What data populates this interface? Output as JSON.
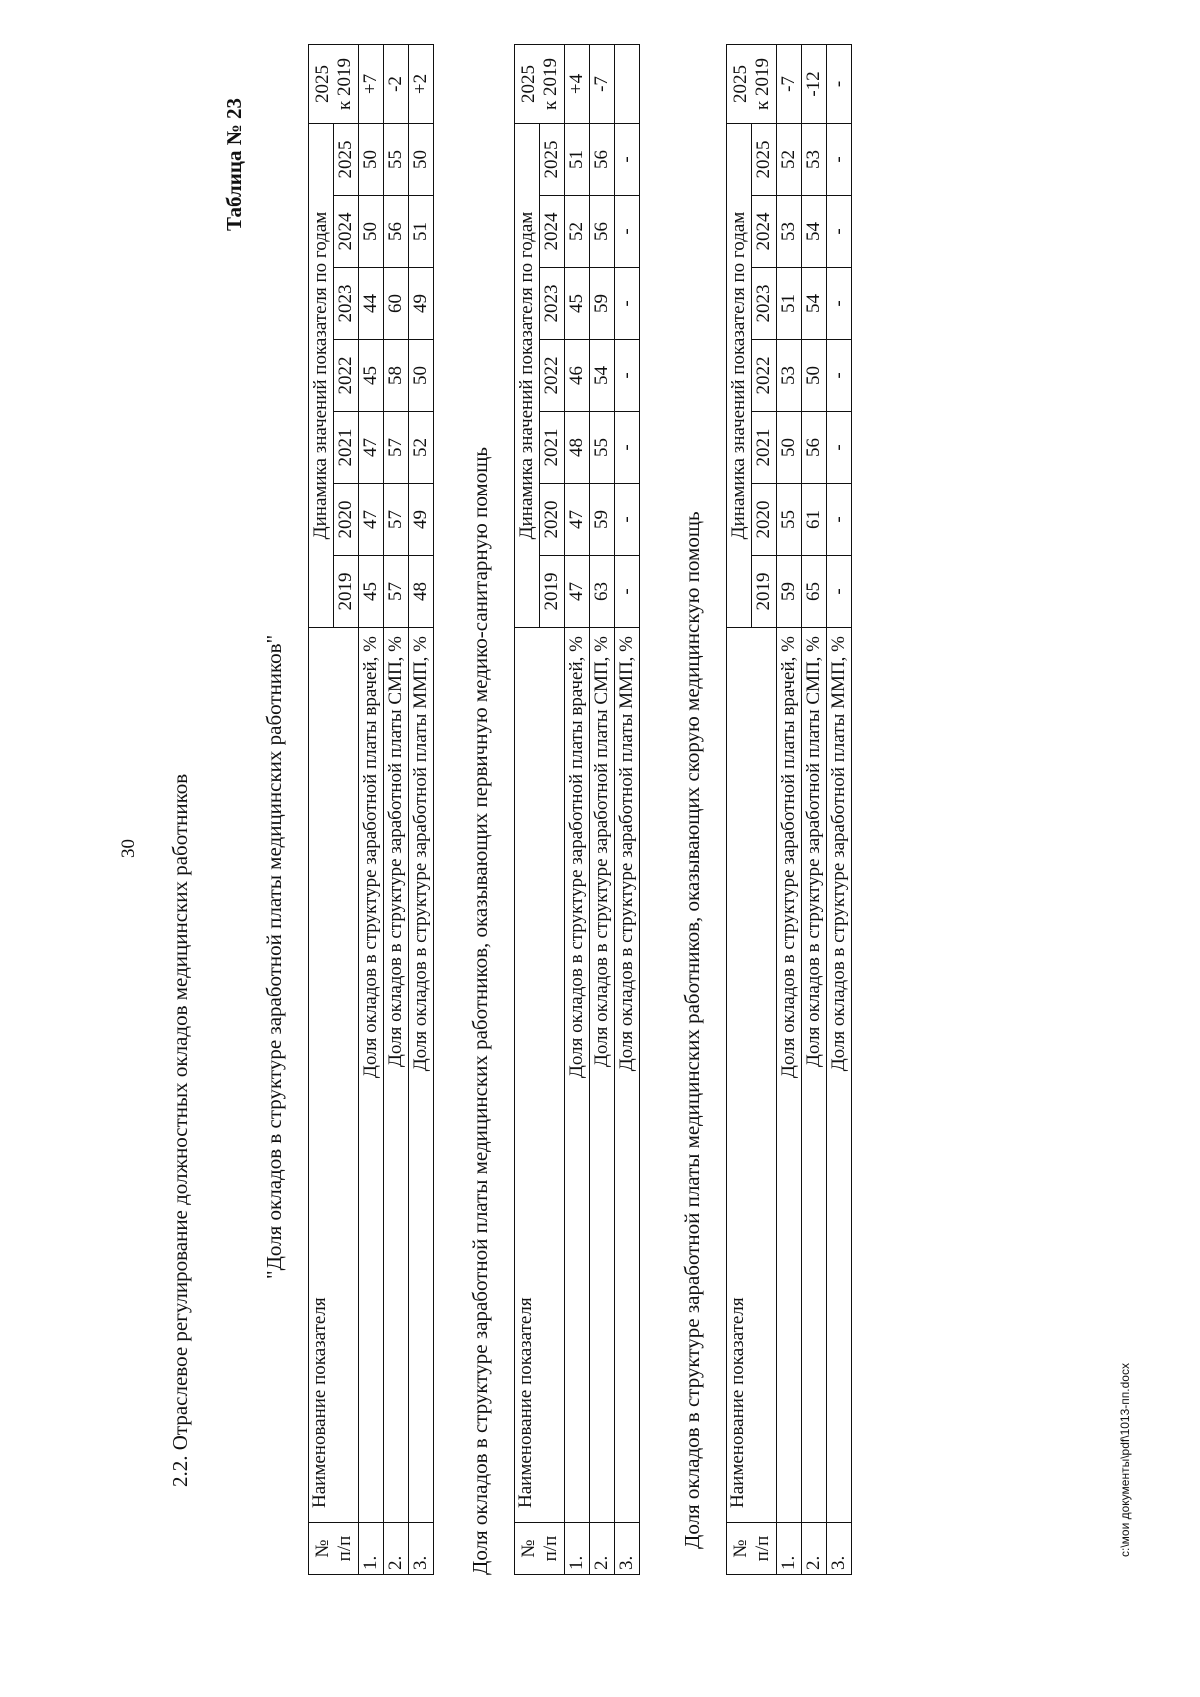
{
  "page_number": "30",
  "section_title": "2.2. Отраслевое регулирование должностных окладов медицинских работников",
  "table_number": "Таблица № 23",
  "table_title": "\"Доля окладов в структуре заработной платы медицинских работников\"",
  "header": {
    "num_label": "№",
    "num_sub": "п/п",
    "name_label": "Наименование показателя",
    "dynamics_label": "Динамика значений показателя по годам",
    "years": [
      "2019",
      "2020",
      "2021",
      "2022",
      "2023",
      "2024",
      "2025"
    ],
    "change_label_1": "2025",
    "change_label_2": "к 2019"
  },
  "tables": [
    {
      "caption": "",
      "rows": [
        {
          "num": "1.",
          "name": "Доля окладов в структуре заработной платы врачей, %",
          "values": [
            "45",
            "47",
            "47",
            "45",
            "44",
            "50",
            "50"
          ],
          "change": "+7"
        },
        {
          "num": "2.",
          "name": "Доля окладов в структуре заработной платы СМП, %",
          "values": [
            "57",
            "57",
            "57",
            "58",
            "60",
            "56",
            "55"
          ],
          "change": "-2"
        },
        {
          "num": "3.",
          "name": "Доля окладов в структуре заработной платы ММП, %",
          "values": [
            "48",
            "49",
            "52",
            "50",
            "49",
            "51",
            "50"
          ],
          "change": "+2"
        }
      ]
    },
    {
      "caption": "Доля окладов в структуре заработной платы медицинских работников, оказывающих первичную медико-санитарную помощь",
      "rows": [
        {
          "num": "1.",
          "name": "Доля окладов в структуре заработной платы врачей, %",
          "values": [
            "47",
            "47",
            "48",
            "46",
            "45",
            "52",
            "51"
          ],
          "change": "+4"
        },
        {
          "num": "2.",
          "name": "Доля окладов в структуре заработной платы СМП, %",
          "values": [
            "63",
            "59",
            "55",
            "54",
            "59",
            "56",
            "56"
          ],
          "change": "-7"
        },
        {
          "num": "3.",
          "name": "Доля окладов в структуре заработной платы ММП, %",
          "values": [
            "-",
            "-",
            "-",
            "-",
            "-",
            "-",
            "-"
          ],
          "change": ""
        }
      ]
    },
    {
      "caption": "Доля окладов в структуре заработной платы медицинских работников, оказывающих скорую медицинскую помощь",
      "rows": [
        {
          "num": "1.",
          "name": "Доля окладов в структуре заработной платы врачей, %",
          "values": [
            "59",
            "55",
            "50",
            "53",
            "51",
            "53",
            "52"
          ],
          "change": "-7"
        },
        {
          "num": "2.",
          "name": "Доля окладов в структуре заработной платы СМП, %",
          "values": [
            "65",
            "61",
            "56",
            "50",
            "54",
            "54",
            "53"
          ],
          "change": "-12"
        },
        {
          "num": "3.",
          "name": "Доля окладов в структуре заработной платы ММП, %",
          "values": [
            "-",
            "-",
            "-",
            "-",
            "-",
            "-",
            "-"
          ],
          "change": "-"
        }
      ]
    }
  ],
  "footer": "c:\\мои документы\\pdf\\1013-пп.docx"
}
